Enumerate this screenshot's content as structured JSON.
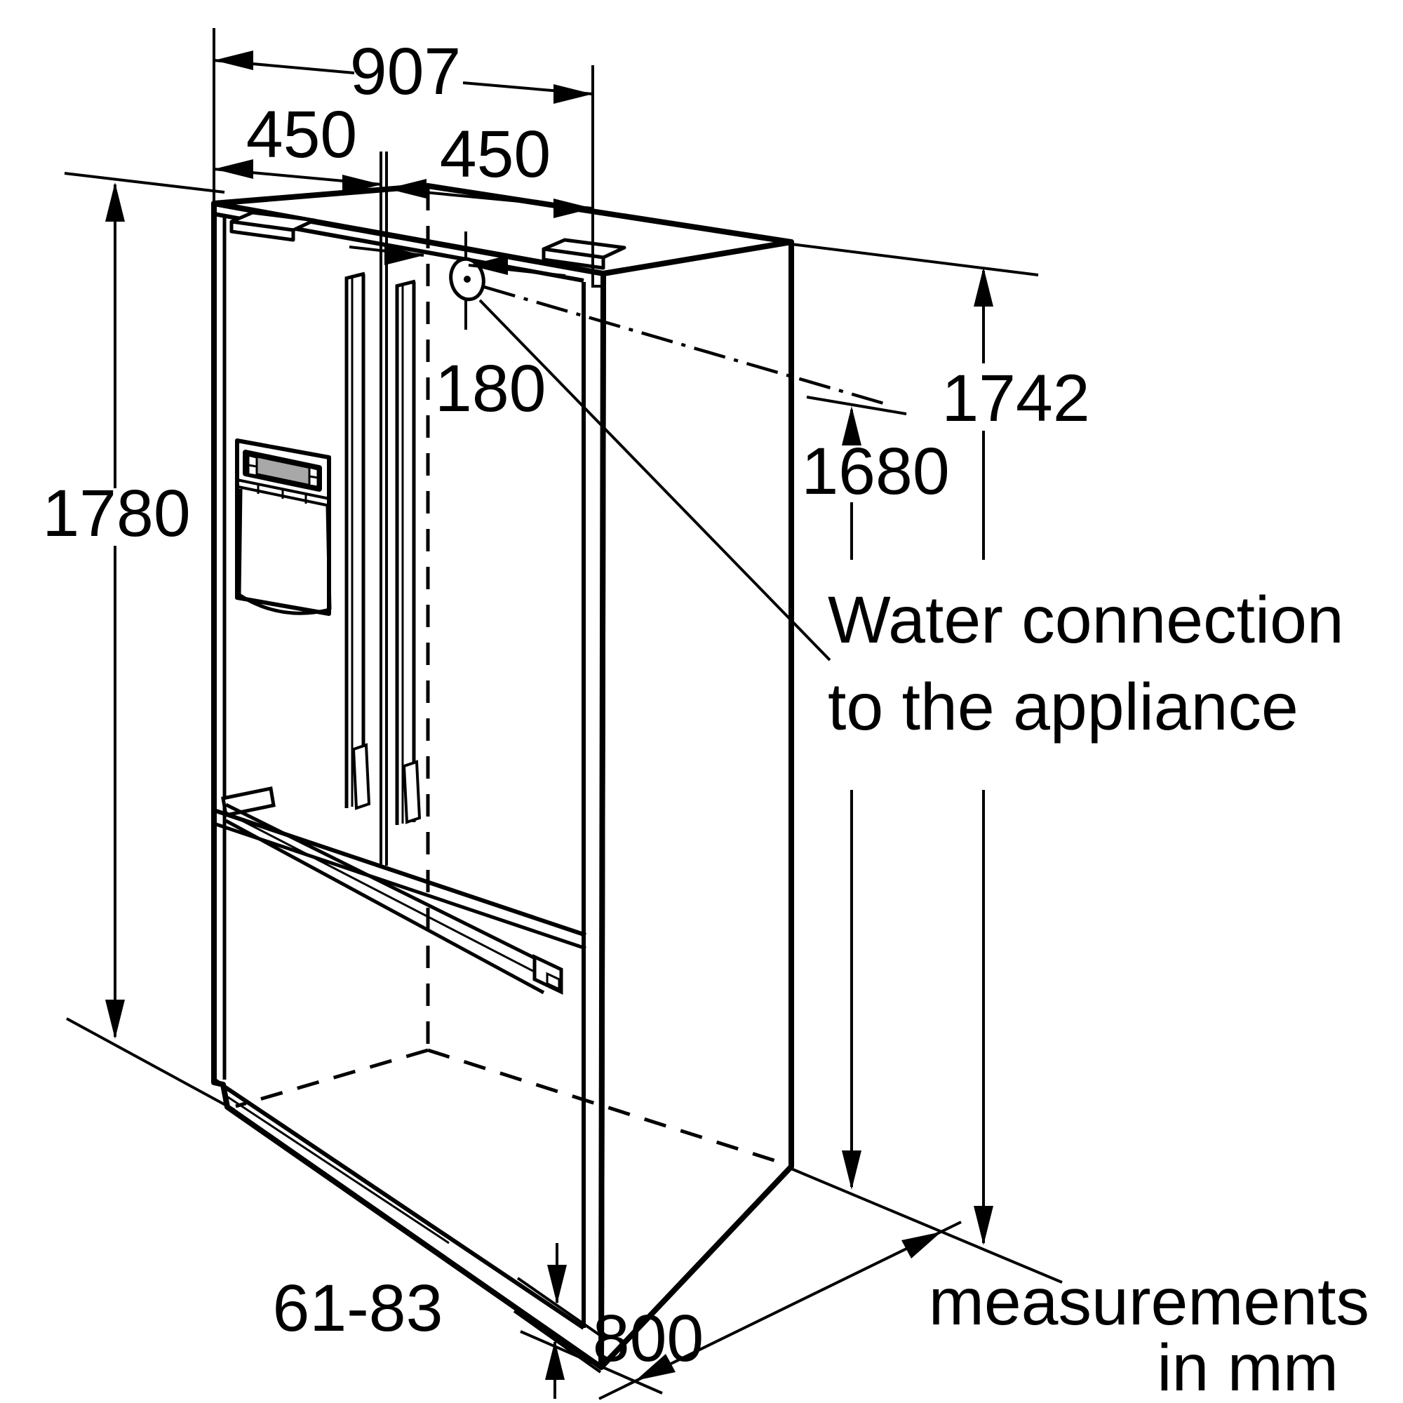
{
  "colors": {
    "background": "#ffffff",
    "line": "#000000",
    "display_panel": "#a8a8a8"
  },
  "dimensions": {
    "total_width": "907",
    "left_door": "450",
    "right_door": "450",
    "water_offset": "180",
    "height": "1780",
    "water_height": "1680",
    "hinge_height": "1742",
    "base_clearance": "61-83",
    "depth": "800"
  },
  "callout": {
    "line1": "Water connection",
    "line2": "to the appliance"
  },
  "footer": {
    "line1": "measurements",
    "line2": "in mm"
  }
}
